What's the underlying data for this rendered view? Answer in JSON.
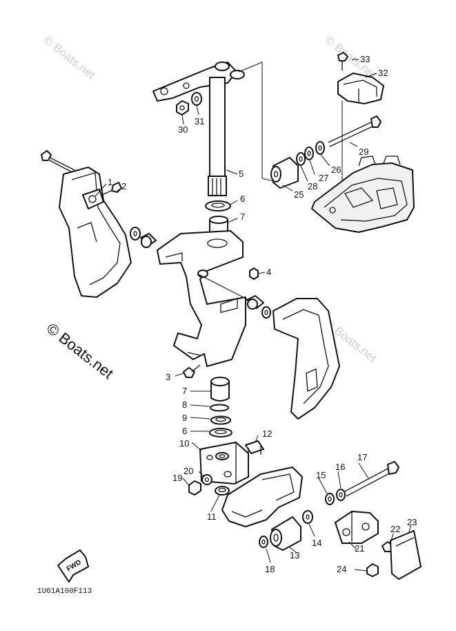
{
  "watermark": "© Boats.net",
  "diagram_code": "1U61A100F113",
  "fwd_label": "FWD",
  "callouts": {
    "p1": "1",
    "p2": "2",
    "p3": "3",
    "p4": "4",
    "p5": "5",
    "p6a": "6",
    "p6b": "6",
    "p7a": "7",
    "p7b": "7",
    "p8": "8",
    "p9": "9",
    "p10": "10",
    "p11": "11",
    "p12": "12",
    "p13": "13",
    "p14": "14",
    "p15": "15",
    "p16": "16",
    "p17": "17",
    "p18": "18",
    "p19": "19",
    "p20": "20",
    "p21": "21",
    "p22": "22",
    "p23": "23",
    "p24": "24",
    "p25": "25",
    "p26": "26",
    "p27": "27",
    "p28": "28",
    "p29": "29",
    "p30": "30",
    "p31": "31",
    "p32": "32",
    "p33": "33"
  }
}
